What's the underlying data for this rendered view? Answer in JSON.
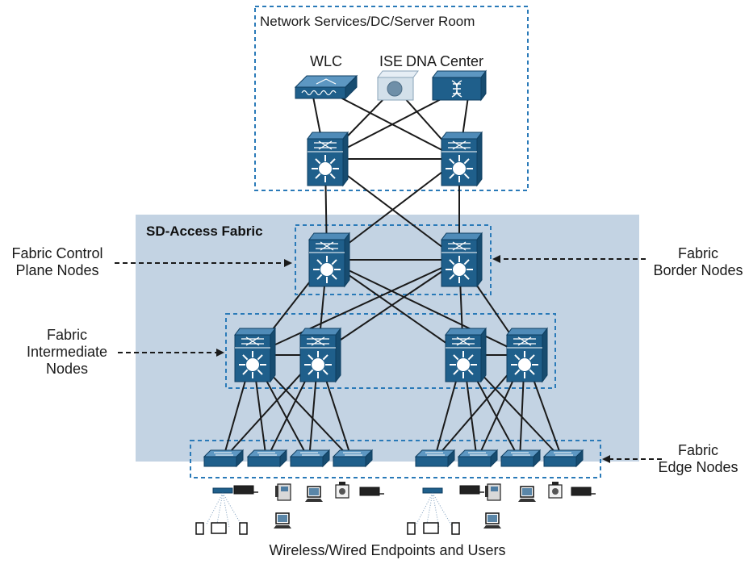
{
  "labels": {
    "services_box": "Network Services/DC/Server Room",
    "wlc": "WLC",
    "ise": "ISE",
    "dna_center": "DNA Center",
    "fabric_title": "SD-Access Fabric",
    "control_plane": [
      "Fabric Control",
      "Plane Nodes"
    ],
    "border": [
      "Fabric",
      "Border Nodes"
    ],
    "intermediate": [
      "Fabric",
      "Intermediate",
      "Nodes"
    ],
    "edge": [
      "Fabric",
      "Edge Nodes"
    ],
    "endpoints": "Wireless/Wired Endpoints and Users"
  },
  "colors": {
    "fabric_background": "#c3d3e3",
    "device_fill": "#1f5f8b",
    "device_stroke": "#0e3e60",
    "dashed_box": "#2a7ab8",
    "link": "#1a1a1a"
  },
  "icons": {
    "wlc": "wireless-lan-controller-icon",
    "ise": "ise-server-icon",
    "dna_center": "dna-center-appliance-icon",
    "multilayer_switch": "multilayer-switch-icon",
    "access_switch": "access-switch-icon",
    "endpoint_pc": "pc-icon",
    "endpoint_phone": "ip-phone-icon",
    "endpoint_ap": "access-point-icon",
    "endpoint_camera": "camera-icon",
    "endpoint_printer": "printer-icon",
    "endpoint_mobile": "mobile-device-icon"
  }
}
